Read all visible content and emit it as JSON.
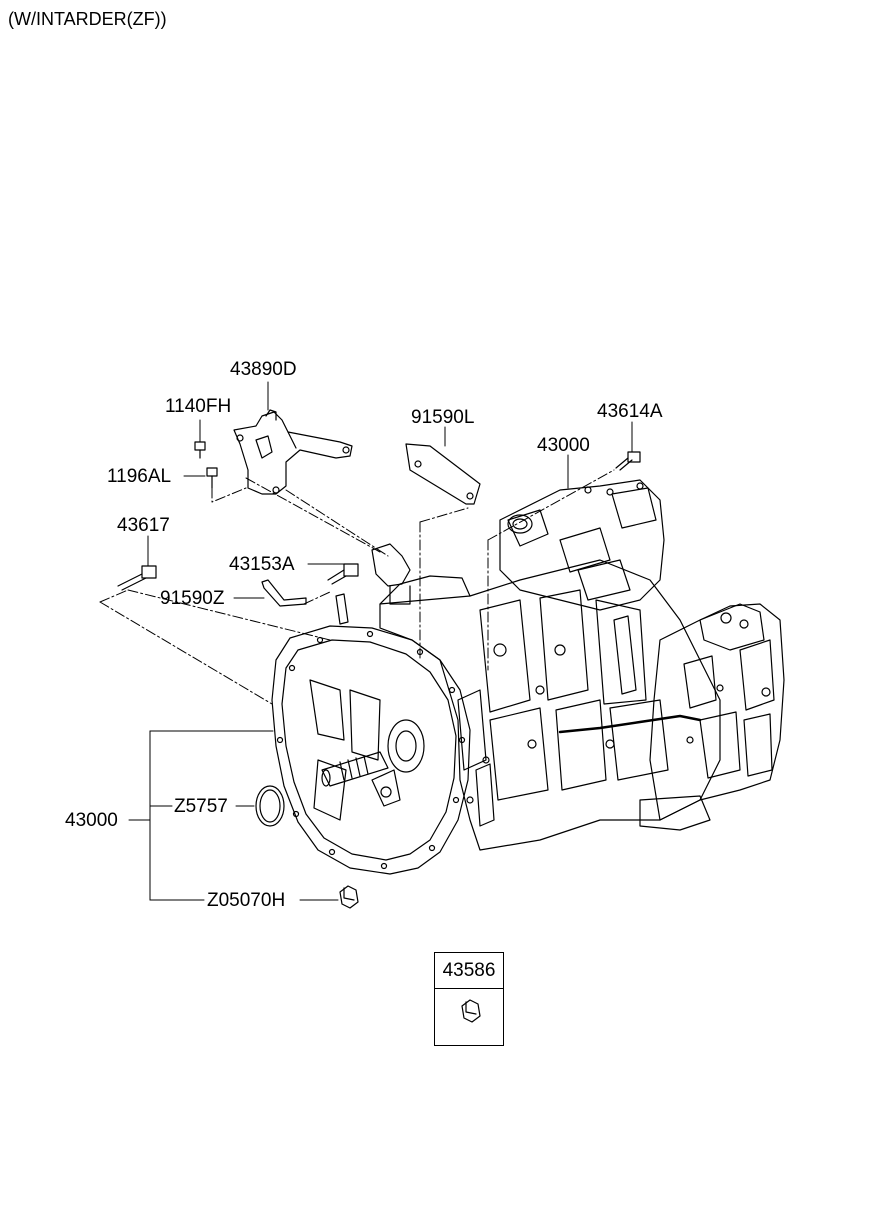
{
  "header": {
    "title": "(W/INTARDER(ZF))"
  },
  "callouts": {
    "bracket": "43890D",
    "bolt_1140": "1140FH",
    "bolt_1196": "1196AL",
    "cover_plate": "91590L",
    "bolt_43614": "43614A",
    "transmission_top": "43000",
    "bolt_43617": "43617",
    "bolt_43153": "43153A",
    "clip_91590z": "91590Z",
    "assembly_group": "43000",
    "oring": "Z5757",
    "plug": "Z05070H"
  },
  "inset": {
    "part_number": "43586"
  }
}
